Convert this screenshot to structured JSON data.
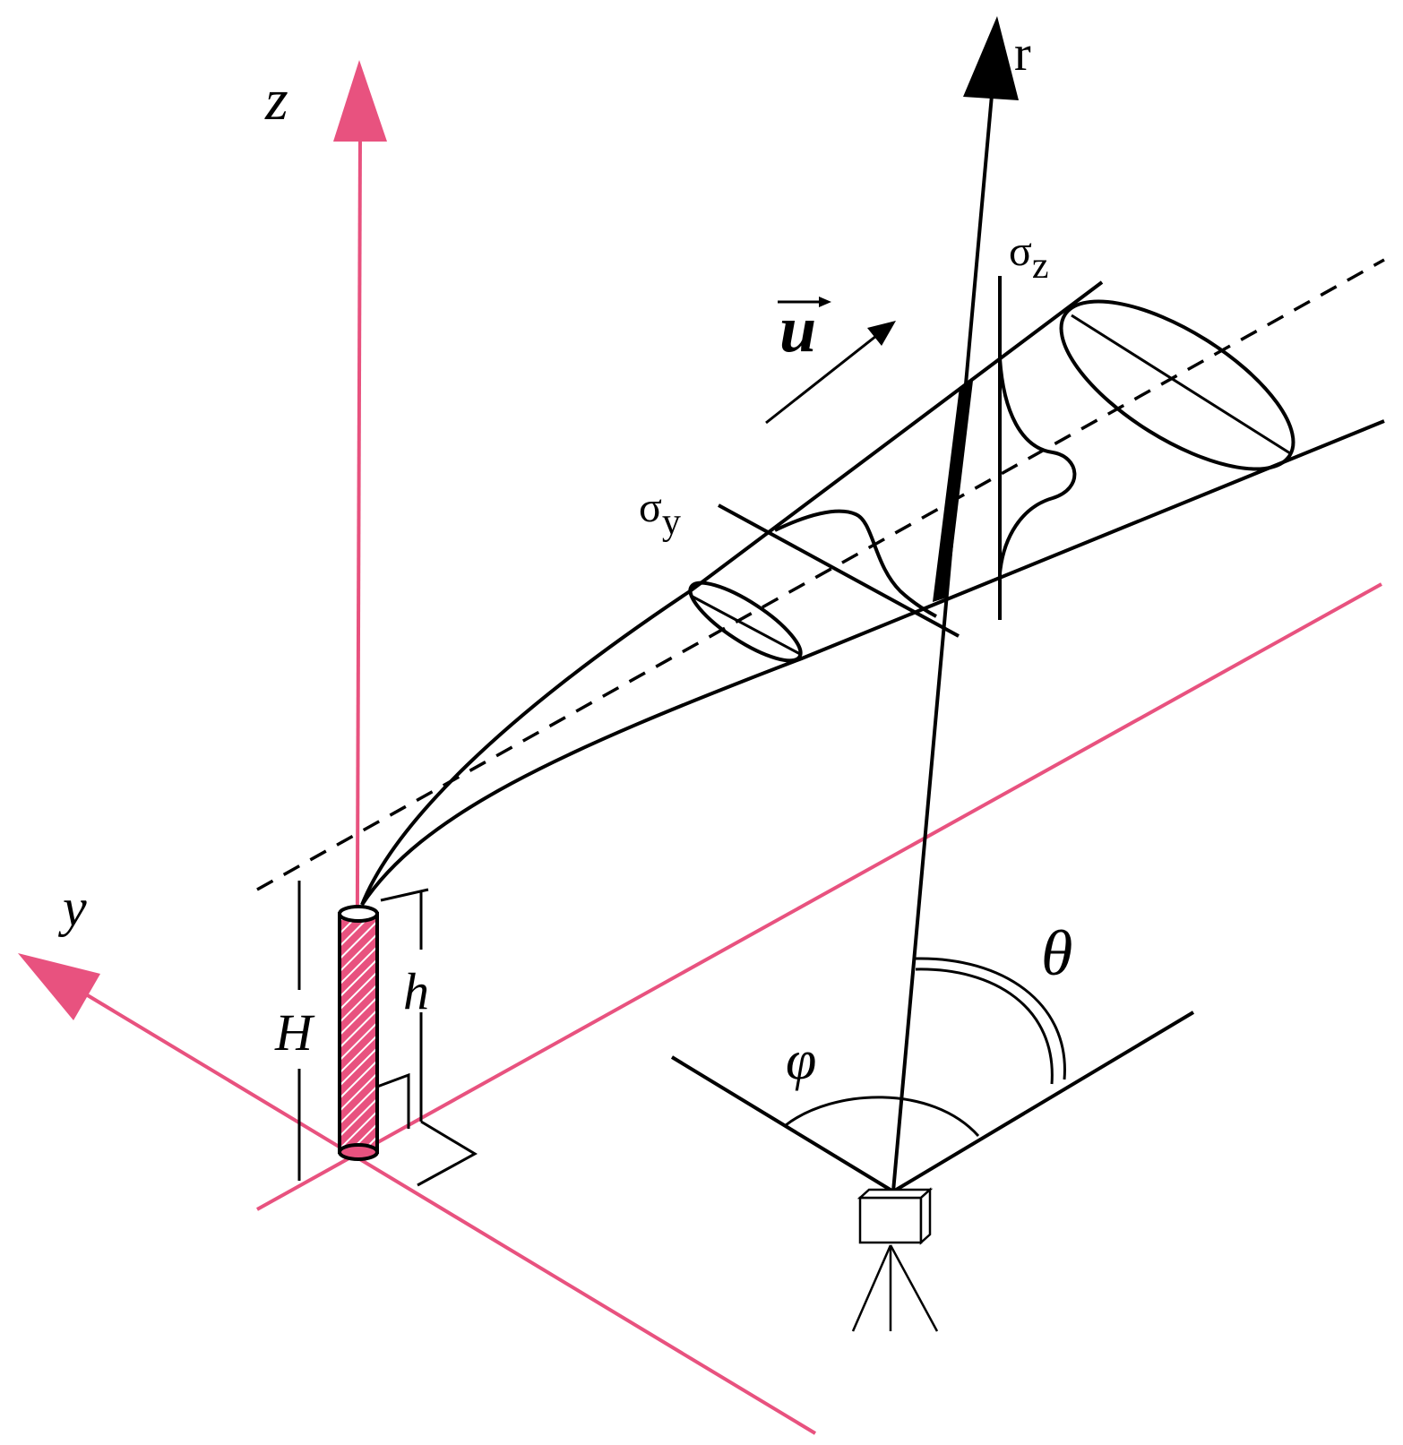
{
  "colors": {
    "axis": "#e8527f",
    "ink": "#000000",
    "background": "#ffffff"
  },
  "labels": {
    "z_axis": "z",
    "y_axis": "y",
    "r_axis": "r",
    "wind_u": "u",
    "sigma_y": "σ",
    "sigma_y_sub": "y",
    "sigma_z": "σ",
    "sigma_z_sub": "z",
    "stack_height_H": "H",
    "physical_height_h": "h",
    "theta": "θ",
    "phi": "φ"
  },
  "icons": {
    "stack": "chimney-stack-icon",
    "instrument": "tripod-sensor-icon"
  }
}
